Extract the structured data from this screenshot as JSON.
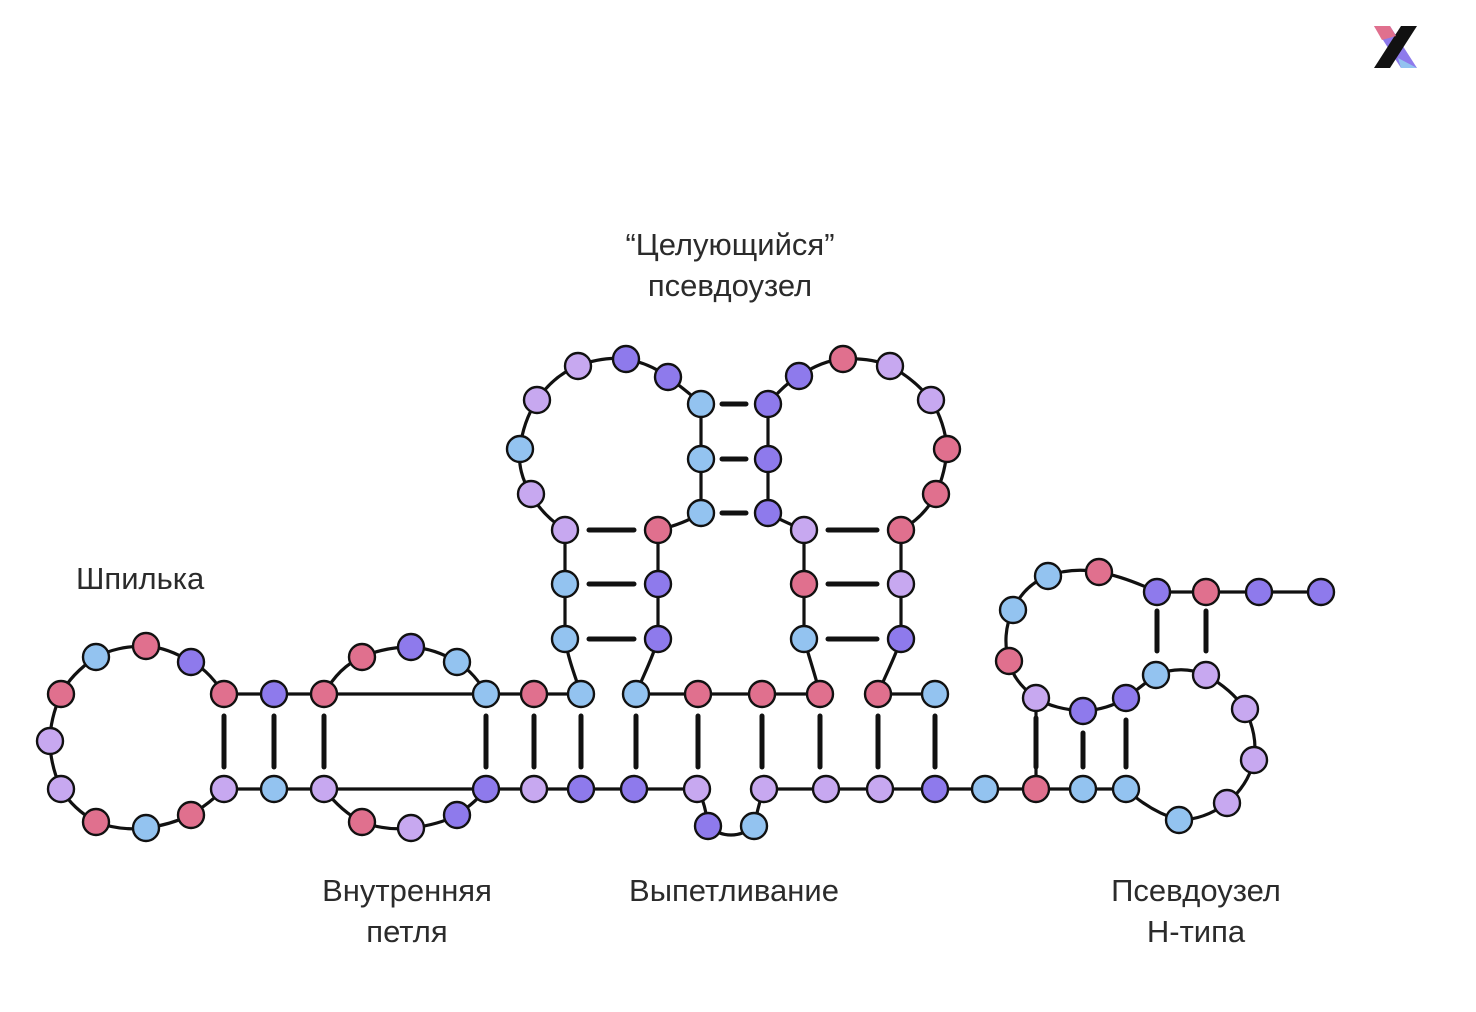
{
  "labels": {
    "kissing_pseudoknot": {
      "line1": "“Целующийся”",
      "line2": "псевдоузел"
    },
    "hairpin": {
      "line1": "Шпилька"
    },
    "internal_loop": {
      "line1": "Внутренняя",
      "line2": "петля"
    },
    "bulge": {
      "line1": "Выпетливание"
    },
    "h_pseudoknot": {
      "line1": "Псевдоузел",
      "line2": "H-типа"
    }
  },
  "colors": {
    "pink": "#E0708E",
    "blue": "#93C3F0",
    "purple": "#8E7AEC",
    "lavender": "#C7A8F0",
    "stroke": "#111111",
    "text": "#2b2b2b"
  },
  "icons": {
    "logo": "stacked-chevron-x-logo"
  }
}
